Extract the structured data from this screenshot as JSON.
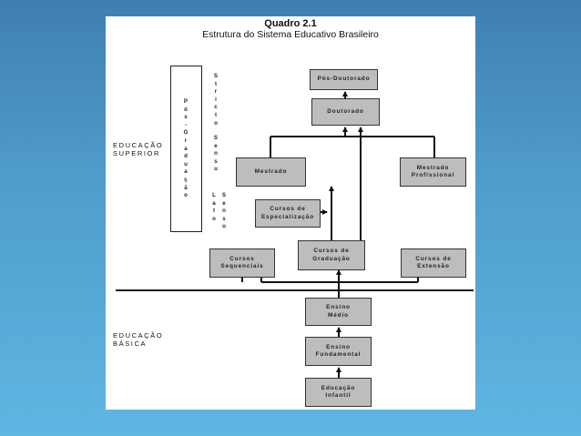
{
  "quadro": {
    "title": "Quadro 2.1",
    "subtitle": "Estrutura do Sistema Educativo Brasileiro"
  },
  "levels": {
    "superior": "EDUCAÇÃO\nSUPERIOR",
    "basica": "EDUCAÇÃO\nBÁSICA"
  },
  "vertical_labels": {
    "pos_graduacao": "P\nó\ns\n-\nG\nr\na\nd\nu\na\nç\nã\no",
    "stricto": "S\nt\nr\ni\nc\nt\no",
    "sensu1": "S\ne\nn\ns\nu",
    "lato": "L\na\nt\no",
    "sensu2": "S\ne\nn\ns\nu"
  },
  "boxes": {
    "pos_doutorado": "Pós-Doutorado",
    "doutorado": "Doutorado",
    "mestrado": "Mestrado",
    "mestrado_prof": "Mestrado\nProfissional",
    "especializacao": "Cursos de\nEspecialização",
    "sequenciais": "Cursos\nSequenciais",
    "graduacao": "Cursos de\nGraduação",
    "extensao": "Cursos de\nExtensão",
    "medio": "Ensino\nMédio",
    "fundamental": "Ensino\nFundamental",
    "infantil": "Educação\nInfantil"
  },
  "colors": {
    "box_fill": "#bdbdbd",
    "line": "#111111",
    "background": "#4f9ccc"
  }
}
